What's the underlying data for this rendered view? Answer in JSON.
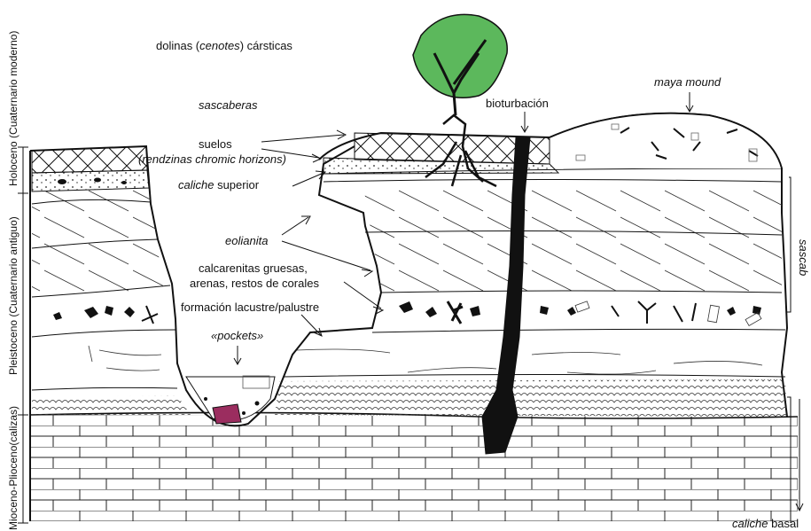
{
  "labels": {
    "dolinas_a": "dolinas (",
    "dolinas_b": "cenotes",
    "dolinas_c": ") cársticas",
    "sascaberas": "sascaberas",
    "suelos": "suelos",
    "suelos_detail": "(rendzinas chromic horizons)",
    "caliche_sup_a": "caliche",
    "caliche_sup_b": " superior",
    "eolianita": "eolianita",
    "calcarenitas_1": "calcarenitas gruesas,",
    "calcarenitas_2": "arenas, restos de corales",
    "lacustre": "formación lacustre/palustre",
    "pockets": "«pockets»",
    "bioturbacion": "bioturbación",
    "maya_mound": "maya mound",
    "sascab": "sascab",
    "caliche_basal_a": "caliche",
    "caliche_basal_b": " basal"
  },
  "periods": {
    "holoceno": "Holoceno (Cuaternario moderno)",
    "pleistoceno": "Pleistoceno (Cuaternario antiguo)",
    "mioceno": "Mioceno-Plioceno(calizas)"
  },
  "colors": {
    "tree": "#5cb85c",
    "pocket_fill": "#9b2d5f",
    "ink": "#111111"
  }
}
